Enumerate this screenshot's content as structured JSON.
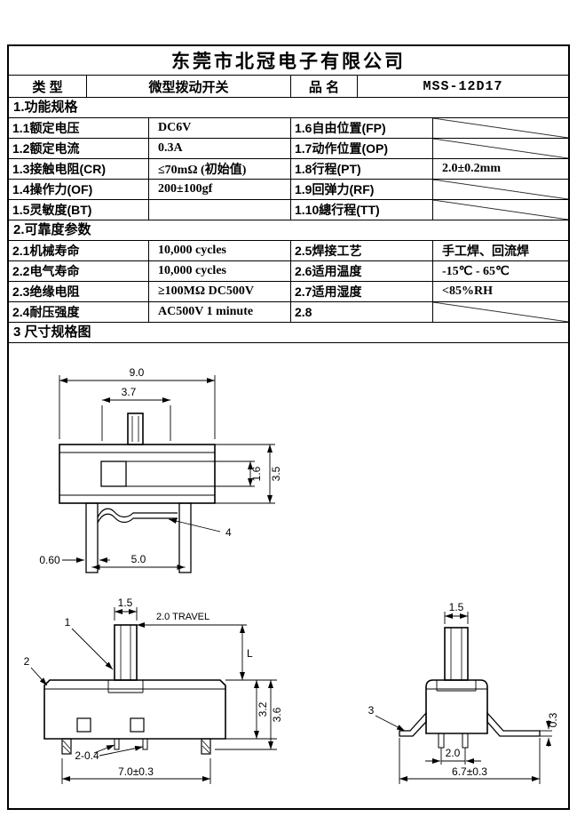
{
  "header": {
    "company": "东莞市北冠电子有限公司"
  },
  "product": {
    "type_label": "类 型",
    "type_value": "微型拨动开关",
    "name_label": "品 名",
    "name_value": "MSS-12D17"
  },
  "section1": {
    "title": "1.功能规格",
    "rows": [
      {
        "l1": "1.1额定电压",
        "v1": "DC6V",
        "l2": "1.6自由位置(FP)",
        "v2": "",
        "v2_na": true
      },
      {
        "l1": "1.2额定电流",
        "v1": "0.3A",
        "l2": "1.7动作位置(OP)",
        "v2": "",
        "v2_na": true
      },
      {
        "l1": "1.3接触电阻(CR)",
        "v1": "≤70mΩ (初始值)",
        "l2": "1.8行程(PT)",
        "v2": "2.0±0.2mm",
        "v2_na": false
      },
      {
        "l1": "1.4操作力(OF)",
        "v1": "200±100gf",
        "l2": "1.9回弹力(RF)",
        "v2": "",
        "v2_na": true
      },
      {
        "l1": "1.5灵敏度(BT)",
        "v1": "",
        "l2": "1.10總行程(TT)",
        "v2": "",
        "v2_na": true
      }
    ]
  },
  "section2": {
    "title": "2.可靠度参数",
    "rows": [
      {
        "l1": "2.1机械寿命",
        "v1": "10,000 cycles",
        "l2": "2.5焊接工艺",
        "v2": "手工焊、回流焊",
        "v2_na": false
      },
      {
        "l1": "2.2电气寿命",
        "v1": "10,000 cycles",
        "l2": "2.6适用温度",
        "v2": "-15℃ - 65℃",
        "v2_na": false
      },
      {
        "l1": "2.3绝缘电阻",
        "v1": "≥100MΩ DC500V",
        "l2": "2.7适用湿度",
        "v2": "<85%RH",
        "v2_na": false
      },
      {
        "l1": "2.4耐压强度",
        "v1": "AC500V 1 minute",
        "l2": "2.8",
        "v2": "",
        "v2_na": true
      }
    ]
  },
  "section3": {
    "title": "3 尺寸规格图"
  },
  "drawing": {
    "top_view": {
      "overall_width": "9.0",
      "slot_width": "3.7",
      "window_height": "1.6",
      "body_height": "3.5",
      "part4": "4",
      "pin_width": "0.60",
      "pin_pitch": "5.0"
    },
    "front_view": {
      "knob_width": "1.5",
      "travel": "2.0 TRAVEL",
      "part1": "1",
      "part2": "2",
      "height_l": "L",
      "body_height": "3.2",
      "total_height": "3.6",
      "pin_note": "2-0.4",
      "overall_width": "7.0±0.3"
    },
    "side_view": {
      "knob_width": "1.5",
      "part3": "3",
      "foot_thickness": "0.3",
      "pin_pitch": "2.0",
      "overall_width": "6.7±0.3"
    }
  }
}
